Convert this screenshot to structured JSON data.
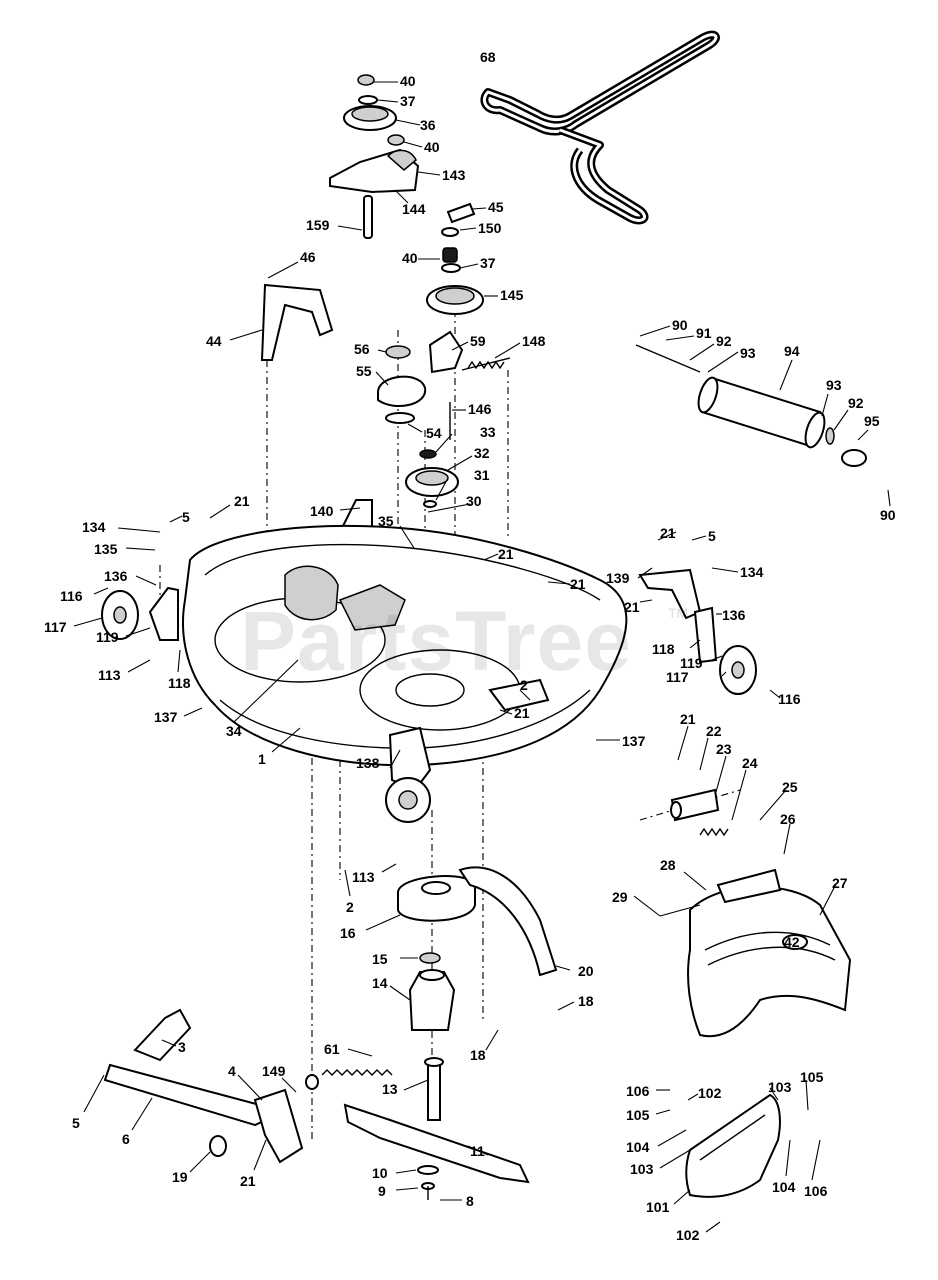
{
  "watermark": {
    "text": "PartsTree",
    "trademark": "TM"
  },
  "deck_badge_text": "42",
  "callouts": [
    {
      "id": "68",
      "label": "68"
    },
    {
      "id": "40a",
      "label": "40"
    },
    {
      "id": "37a",
      "label": "37"
    },
    {
      "id": "36",
      "label": "36"
    },
    {
      "id": "40b",
      "label": "40"
    },
    {
      "id": "143",
      "label": "143"
    },
    {
      "id": "144",
      "label": "144"
    },
    {
      "id": "159",
      "label": "159"
    },
    {
      "id": "45",
      "label": "45"
    },
    {
      "id": "150",
      "label": "150"
    },
    {
      "id": "40c",
      "label": "40"
    },
    {
      "id": "37b",
      "label": "37"
    },
    {
      "id": "145",
      "label": "145"
    },
    {
      "id": "46",
      "label": "46"
    },
    {
      "id": "44",
      "label": "44"
    },
    {
      "id": "59",
      "label": "59"
    },
    {
      "id": "148",
      "label": "148"
    },
    {
      "id": "56",
      "label": "56"
    },
    {
      "id": "55",
      "label": "55"
    },
    {
      "id": "146",
      "label": "146"
    },
    {
      "id": "54",
      "label": "54"
    },
    {
      "id": "33",
      "label": "33"
    },
    {
      "id": "32",
      "label": "32"
    },
    {
      "id": "31",
      "label": "31"
    },
    {
      "id": "30",
      "label": "30"
    },
    {
      "id": "35",
      "label": "35"
    },
    {
      "id": "140",
      "label": "140"
    },
    {
      "id": "21a",
      "label": "21"
    },
    {
      "id": "134a",
      "label": "134"
    },
    {
      "id": "5a",
      "label": "5"
    },
    {
      "id": "135",
      "label": "135"
    },
    {
      "id": "136a",
      "label": "136"
    },
    {
      "id": "116a",
      "label": "116"
    },
    {
      "id": "117a",
      "label": "117"
    },
    {
      "id": "119a",
      "label": "119"
    },
    {
      "id": "113a",
      "label": "113"
    },
    {
      "id": "118a",
      "label": "118"
    },
    {
      "id": "137a",
      "label": "137"
    },
    {
      "id": "34",
      "label": "34"
    },
    {
      "id": "1",
      "label": "1"
    },
    {
      "id": "21b",
      "label": "21"
    },
    {
      "id": "21c",
      "label": "21"
    },
    {
      "id": "21d",
      "label": "21"
    },
    {
      "id": "5b",
      "label": "5"
    },
    {
      "id": "139",
      "label": "139"
    },
    {
      "id": "134b",
      "label": "134"
    },
    {
      "id": "21e",
      "label": "21"
    },
    {
      "id": "136b",
      "label": "136"
    },
    {
      "id": "118b",
      "label": "118"
    },
    {
      "id": "119b",
      "label": "119"
    },
    {
      "id": "117b",
      "label": "117"
    },
    {
      "id": "116b",
      "label": "116"
    },
    {
      "id": "2a",
      "label": "2"
    },
    {
      "id": "21f",
      "label": "21"
    },
    {
      "id": "137b",
      "label": "137"
    },
    {
      "id": "138",
      "label": "138"
    },
    {
      "id": "90a",
      "label": "90"
    },
    {
      "id": "91",
      "label": "91"
    },
    {
      "id": "92a",
      "label": "92"
    },
    {
      "id": "93a",
      "label": "93"
    },
    {
      "id": "94",
      "label": "94"
    },
    {
      "id": "93b",
      "label": "93"
    },
    {
      "id": "92b",
      "label": "92"
    },
    {
      "id": "95",
      "label": "95"
    },
    {
      "id": "90b",
      "label": "90"
    },
    {
      "id": "21g",
      "label": "21"
    },
    {
      "id": "22",
      "label": "22"
    },
    {
      "id": "23",
      "label": "23"
    },
    {
      "id": "24",
      "label": "24"
    },
    {
      "id": "25",
      "label": "25"
    },
    {
      "id": "26",
      "label": "26"
    },
    {
      "id": "28",
      "label": "28"
    },
    {
      "id": "27",
      "label": "27"
    },
    {
      "id": "29",
      "label": "29"
    },
    {
      "id": "113b",
      "label": "113"
    },
    {
      "id": "2b",
      "label": "2"
    },
    {
      "id": "16",
      "label": "16"
    },
    {
      "id": "15",
      "label": "15"
    },
    {
      "id": "14",
      "label": "14"
    },
    {
      "id": "20",
      "label": "20"
    },
    {
      "id": "18a",
      "label": "18"
    },
    {
      "id": "18b",
      "label": "18"
    },
    {
      "id": "3",
      "label": "3"
    },
    {
      "id": "4",
      "label": "4"
    },
    {
      "id": "149",
      "label": "149"
    },
    {
      "id": "61",
      "label": "61"
    },
    {
      "id": "13",
      "label": "13"
    },
    {
      "id": "5c",
      "label": "5"
    },
    {
      "id": "6",
      "label": "6"
    },
    {
      "id": "19",
      "label": "19"
    },
    {
      "id": "21h",
      "label": "21"
    },
    {
      "id": "11",
      "label": "11"
    },
    {
      "id": "10",
      "label": "10"
    },
    {
      "id": "9",
      "label": "9"
    },
    {
      "id": "8",
      "label": "8"
    },
    {
      "id": "106a",
      "label": "106"
    },
    {
      "id": "102a",
      "label": "102"
    },
    {
      "id": "103a",
      "label": "103"
    },
    {
      "id": "105a",
      "label": "105"
    },
    {
      "id": "105b",
      "label": "105"
    },
    {
      "id": "104a",
      "label": "104"
    },
    {
      "id": "103b",
      "label": "103"
    },
    {
      "id": "104b",
      "label": "104"
    },
    {
      "id": "106b",
      "label": "106"
    },
    {
      "id": "101",
      "label": "101"
    },
    {
      "id": "102b",
      "label": "102"
    }
  ]
}
